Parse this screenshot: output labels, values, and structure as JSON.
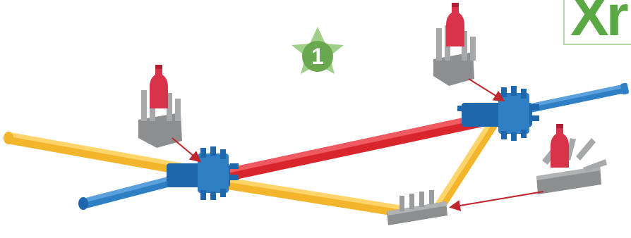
{
  "step": {
    "number": "1",
    "badge_color": "#69a84f",
    "star_color": "#9fcf88"
  },
  "corner_label": {
    "text": "Xr",
    "color": "#5aa945"
  },
  "colors": {
    "yellow_rod": "#f2b52b",
    "blue_rod": "#2e7fc4",
    "red_rod": "#d9262c",
    "blue_connector": "#1f67ad",
    "gray_connector": "#8c8e90",
    "red_clip": "#d8334a",
    "arrow": "#c0262c"
  },
  "parts": [
    {
      "name": "yellow-rod"
    },
    {
      "name": "blue-rod"
    },
    {
      "name": "red-rod"
    },
    {
      "name": "blue-connector"
    },
    {
      "name": "gray-connector"
    }
  ],
  "callouts": [
    {
      "name": "callout-left"
    },
    {
      "name": "callout-top-right"
    },
    {
      "name": "callout-right"
    }
  ]
}
